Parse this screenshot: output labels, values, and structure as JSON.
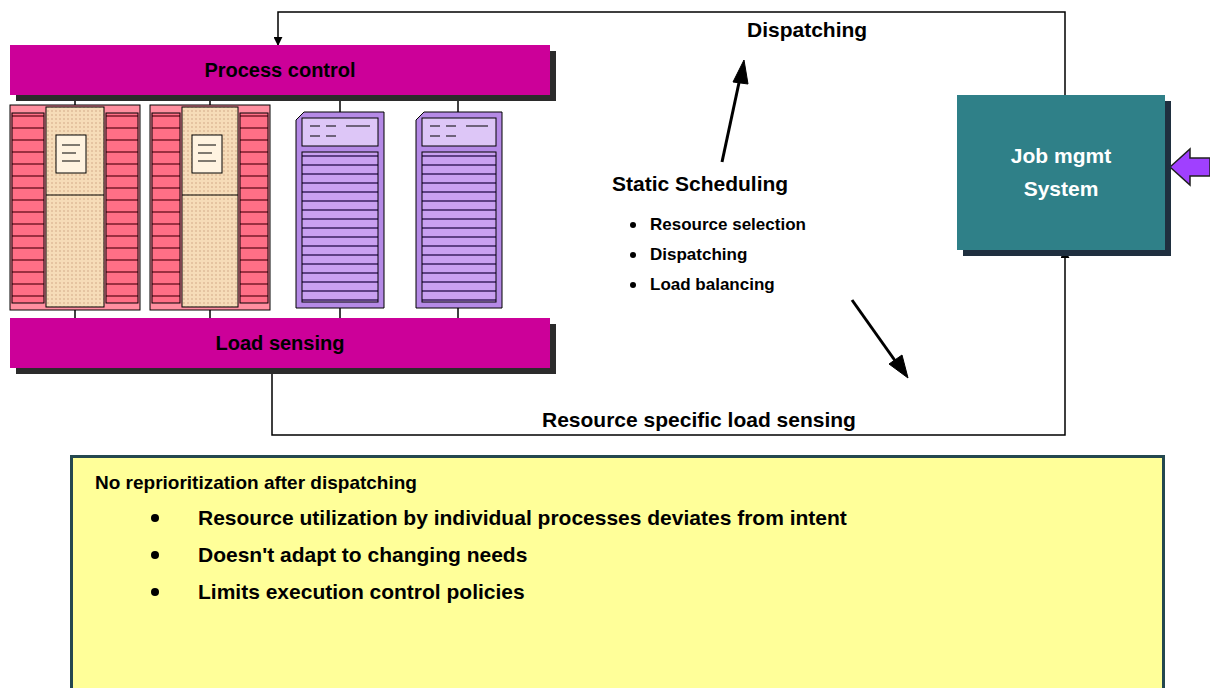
{
  "diagram": {
    "nodes": [
      {
        "text": [
          "Process control"
        ]
      },
      {
        "text": [
          "Load sensing"
        ]
      },
      {
        "text": [
          "Job mgmt System"
        ]
      },
      {
        "text": [
          "No reprioritization after dispatching",
          "Resource utilization by individual processes deviates from intent",
          "Doesn't adapt to changing needs",
          "Limits execution control policies"
        ]
      }
    ],
    "edges": [
      {
        "from": 1,
        "to": 2,
        "label": "Resource specific load sensing",
        "arrow": "to"
      },
      {
        "from": 2,
        "to": 0,
        "label": "Dispatching",
        "arrow": "to"
      }
    ],
    "labels": [
      "Static Scheduling",
      "Resource selection",
      "Dispatching",
      "Load balancing"
    ]
  }
}
